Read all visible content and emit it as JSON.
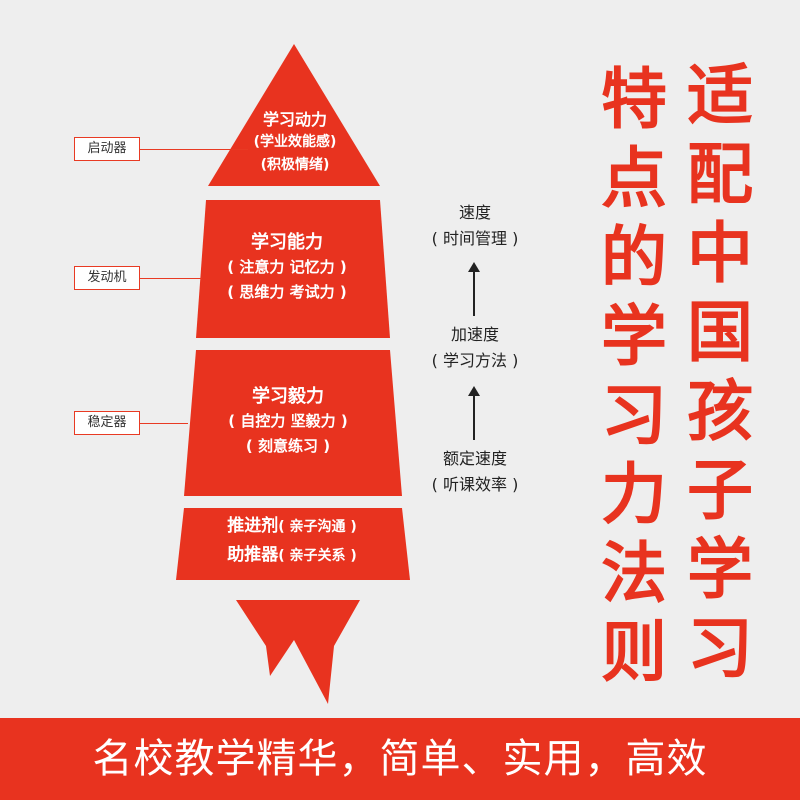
{
  "rocket": {
    "tip": {
      "title": "学习动力",
      "line2": "(学业效能感)",
      "line3": "(积极情绪)"
    },
    "engine": {
      "title": "学习能力",
      "line2": "( 注意力  记忆力 )",
      "line3": "( 思维力  考试力 )"
    },
    "stabilizer": {
      "title": "学习毅力",
      "line2": "( 自控力  坚毅力 )",
      "line3": "( 刻意练习 )"
    },
    "propulsion": {
      "row1_main": "推进剂",
      "row1_sub": "( 亲子沟通 )",
      "row2_main": "助推器",
      "row2_sub": "( 亲子关系 )"
    }
  },
  "labels": {
    "starter": "启动器",
    "engine": "发动机",
    "stabilizer": "稳定器"
  },
  "speed": {
    "top_line1": "速度",
    "top_line2": "( 时间管理 )",
    "mid_line1": "加速度",
    "mid_line2": "( 学习方法 )",
    "bottom_line1": "额定速度",
    "bottom_line2": "( 听课效率 )"
  },
  "titles": {
    "right_column": "适配中国孩子学习",
    "left_column": "特点的学习力法则"
  },
  "banner": {
    "text": "名校教学精华，简单、实用，高效"
  },
  "colors": {
    "accent": "#e8331f",
    "background": "#eeeeee",
    "text_dark": "#222222"
  }
}
